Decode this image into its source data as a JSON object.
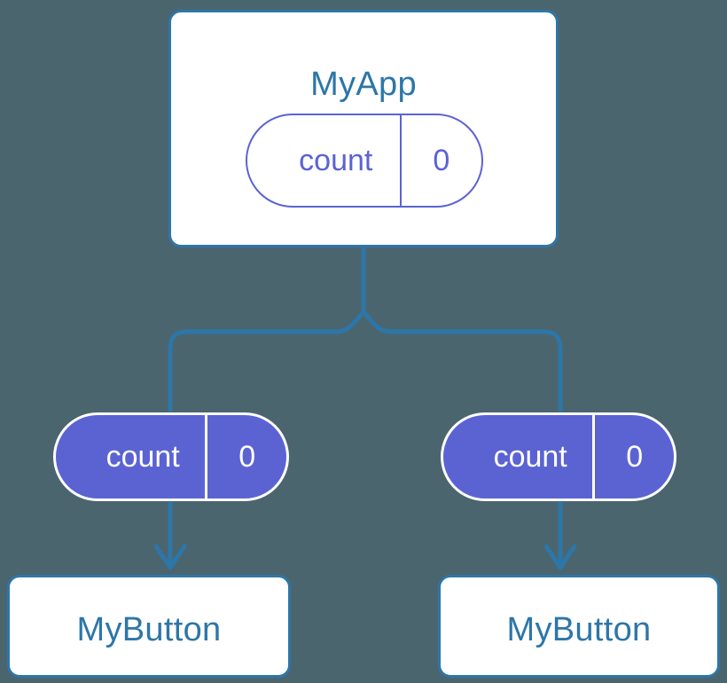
{
  "diagram": {
    "title_root": "MyApp",
    "background_color": "#4b656f",
    "accent_blue": "#2d76a8",
    "accent_purple": "#5b63d3",
    "white": "#ffffff",
    "root": {
      "name": "MyApp",
      "state_pill": {
        "key": "count",
        "value": "0"
      }
    },
    "children": [
      {
        "name": "MyButton",
        "prop_pill": {
          "key": "count",
          "value": "0"
        }
      },
      {
        "name": "MyButton",
        "prop_pill": {
          "key": "count",
          "value": "0"
        }
      }
    ]
  }
}
